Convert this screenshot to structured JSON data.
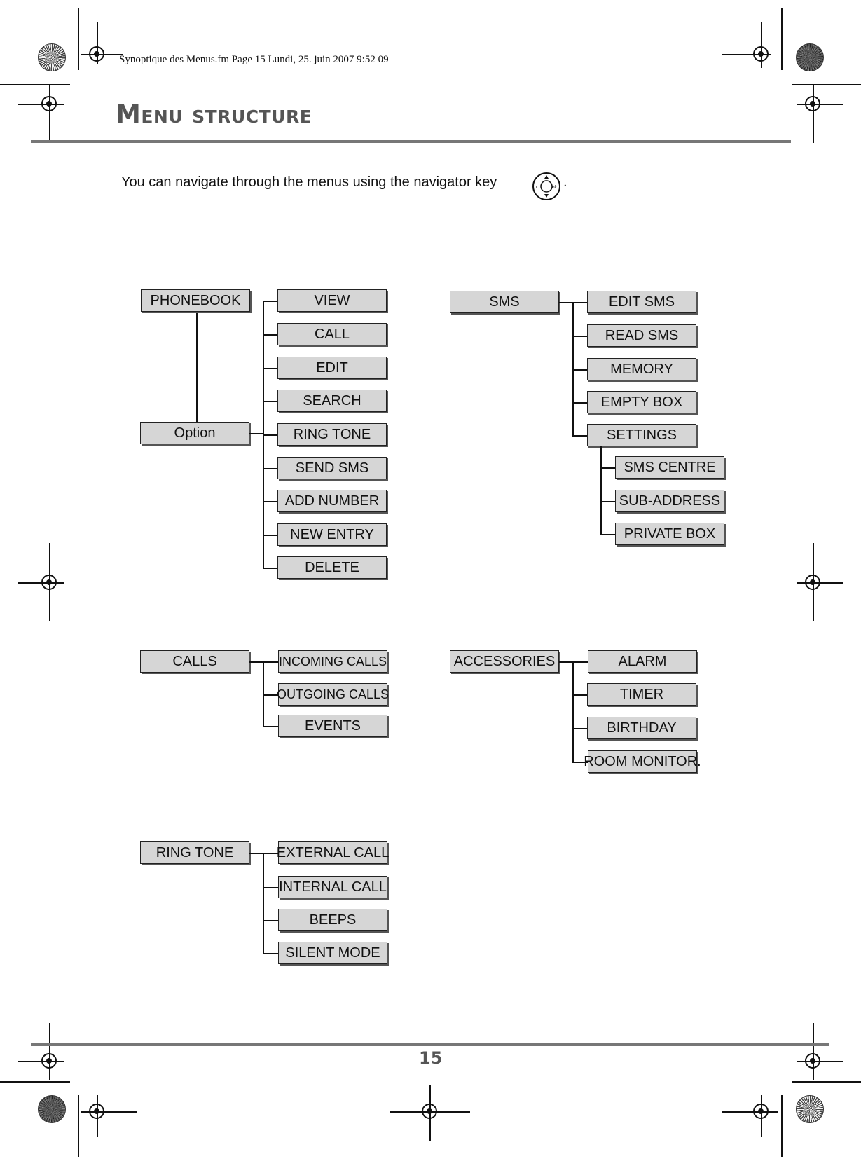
{
  "header": {
    "file_line": "Synoptique des Menus.fm  Page 15  Lundi, 25. juin 2007  9:52 09"
  },
  "title": "Menu structure",
  "intro": {
    "text": "You can navigate through the menus using the navigator key",
    "period": "."
  },
  "nav_key": {
    "icon": "navigator-key-icon",
    "left_letter": "c",
    "right_letter": "ok"
  },
  "menus": {
    "phonebook": {
      "root": "PHONEBOOK",
      "option": "Option",
      "items": [
        "VIEW",
        "CALL",
        "EDIT",
        "SEARCH",
        "RING TONE",
        "SEND SMS",
        "ADD NUMBER",
        "NEW ENTRY",
        "DELETE"
      ]
    },
    "sms": {
      "root": "SMS",
      "items": [
        "EDIT SMS",
        "READ SMS",
        "MEMORY",
        "EMPTY BOX",
        "SETTINGS"
      ],
      "settings_items": [
        "SMS CENTRE",
        "SUB-ADDRESS",
        "PRIVATE BOX"
      ]
    },
    "calls": {
      "root": "CALLS",
      "items": [
        "INCOMING CALLS",
        "OUTGOING CALLS",
        "EVENTS"
      ]
    },
    "accessories": {
      "root": "ACCESSORIES",
      "items": [
        "ALARM",
        "TIMER",
        "BIRTHDAY",
        "ROOM MONITOR."
      ]
    },
    "ring_tone": {
      "root": "RING TONE",
      "items": [
        "EXTERNAL CALL",
        "INTERNAL CALL",
        "BEEPS",
        "SILENT MODE"
      ]
    }
  },
  "footer": {
    "page_number": "15"
  },
  "colors": {
    "box_fill": "#d6d6d6",
    "title_gray": "#555555",
    "rule_gray": "#777777"
  }
}
